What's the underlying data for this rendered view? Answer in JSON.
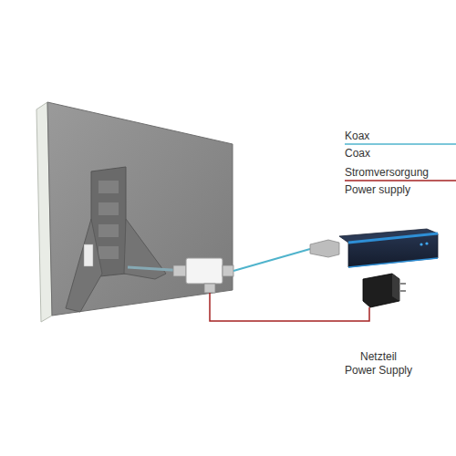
{
  "diagram": {
    "labels": [
      "Netzteil",
      "Power Supply"
    ],
    "legend": [
      {
        "text": "Koax"
      },
      {
        "text": "Coax"
      },
      {
        "text": "Stromversorgung"
      },
      {
        "text": "Power supply"
      }
    ]
  }
}
